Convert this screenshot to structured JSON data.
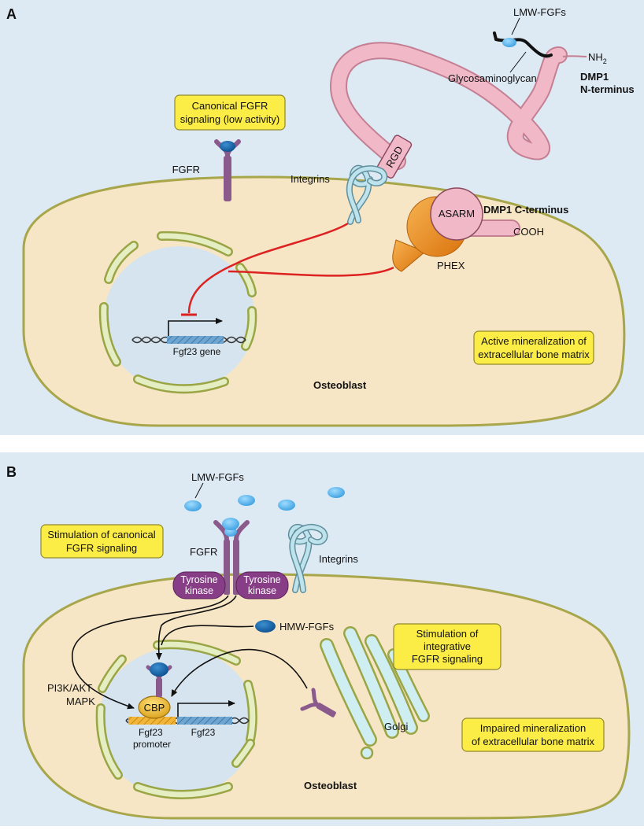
{
  "panel_a": {
    "letter": "A",
    "canonical_box": [
      "Canonical FGFR",
      "signaling (low activity)"
    ],
    "fgfr": "FGFR",
    "integrins": "Integrins",
    "rgd": "RGD",
    "asarm": "ASARM",
    "dmp1_c": "DMP1 C-terminus",
    "cooh": "COOH",
    "phex": "PHEX",
    "lmw_fgfs": "LMW-FGFs",
    "glycosaminoglycan": "Glycosaminoglycan",
    "nh2": "NH",
    "nh2_sub": "2",
    "dmp1_n": [
      "DMP1",
      "N-terminus"
    ],
    "gene": "Fgf23 gene",
    "osteoblast": "Osteoblast",
    "active_box": [
      "Active mineralization of",
      "extracellular bone matrix"
    ]
  },
  "panel_b": {
    "letter": "B",
    "lmw_fgfs": "LMW-FGFs",
    "stim_canonical_box": [
      "Stimulation of canonical",
      "FGFR signaling"
    ],
    "fgfr": "FGFR",
    "integrins": "Integrins",
    "tyrosine_kinase": [
      "Tyrosine",
      "kinase"
    ],
    "hmw_fgfs": "HMW-FGFs",
    "stim_integrative_box": [
      "Stimulation of",
      "integrative",
      "FGFR signaling"
    ],
    "pathway": [
      "PI3K/AKT",
      "MAPK"
    ],
    "cbp": "CBP",
    "promoter": [
      "Fgf23",
      "promoter"
    ],
    "fgf23": "Fgf23",
    "golgi": "Golgi",
    "impaired_box": [
      "Impaired mineralization",
      "of extracellular bone matrix"
    ],
    "osteoblast": "Osteoblast"
  },
  "colors": {
    "background": "#dde9f3",
    "cell": "#f6e6c6",
    "cell_border": "#a8a64a",
    "nucleus": "#d5e4ef",
    "er_fill": "#e4eec2",
    "receptor": "#8b5a8c",
    "dmp1": "#f1b9c8",
    "phex": "#ea8d1e",
    "integrin": "#bfe3ec",
    "callout": "#fcec46",
    "inhibit": "#dd2222",
    "kinase": "#883e86"
  }
}
